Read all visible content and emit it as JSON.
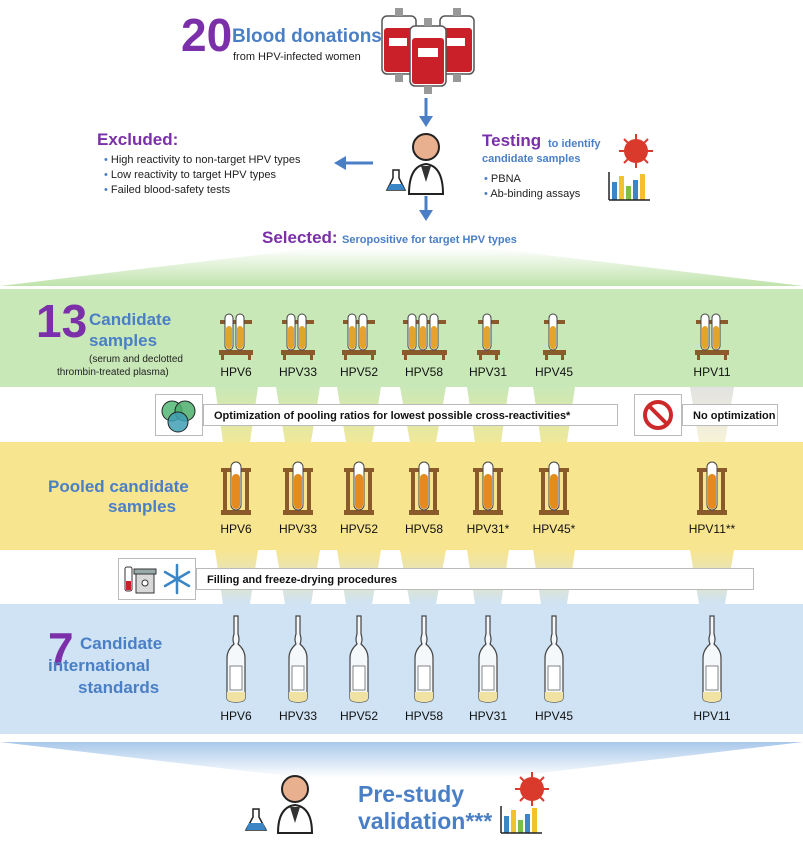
{
  "top": {
    "count": "20",
    "title": "Blood donations",
    "subtitle": "from HPV-infected women"
  },
  "excluded": {
    "title": "Excluded:",
    "items": [
      "High reactivity to non-target HPV types",
      "Low reactivity to target HPV types",
      "Failed blood-safety tests"
    ]
  },
  "testing": {
    "title": "Testing",
    "subtitle_a": "to identify",
    "subtitle_b": "candidate samples",
    "items": [
      "PBNA",
      "Ab-binding assays"
    ]
  },
  "selected": {
    "title": "Selected:",
    "text": "Seropositive for target HPV types"
  },
  "stage1": {
    "count": "13",
    "title_a": "Candidate",
    "title_b": "samples",
    "note_a": "(serum and declotted",
    "note_b": "thrombin-treated plasma)",
    "labels": [
      "HPV6",
      "HPV33",
      "HPV52",
      "HPV58",
      "HPV31",
      "HPV45",
      "HPV11"
    ]
  },
  "optimization": {
    "text": "Optimization of pooling ratios for lowest possible cross-reactivities*",
    "none": "No optimization"
  },
  "stage2": {
    "title_a": "Pooled candidate",
    "title_b": "samples",
    "labels": [
      "HPV6",
      "HPV33",
      "HPV52",
      "HPV58",
      "HPV31*",
      "HPV45*",
      "HPV11**"
    ]
  },
  "filling": {
    "text": "Filling and freeze-drying procedures"
  },
  "stage3": {
    "count": "7",
    "title_a": "Candidate",
    "title_b": "international",
    "title_c": "standards",
    "labels": [
      "HPV6",
      "HPV33",
      "HPV52",
      "HPV58",
      "HPV31",
      "HPV45",
      "HPV11"
    ]
  },
  "final": {
    "title_a": "Pre-study",
    "title_b": "validation***"
  },
  "colors": {
    "purple": "#7b2fa8",
    "blue": "#4a7fc6",
    "green_band": "#c9e8b8",
    "yellow_band": "#f8e58f",
    "blue_band": "#cfe3f4",
    "blood": "#c9202a",
    "virus": "#d93a2b"
  }
}
